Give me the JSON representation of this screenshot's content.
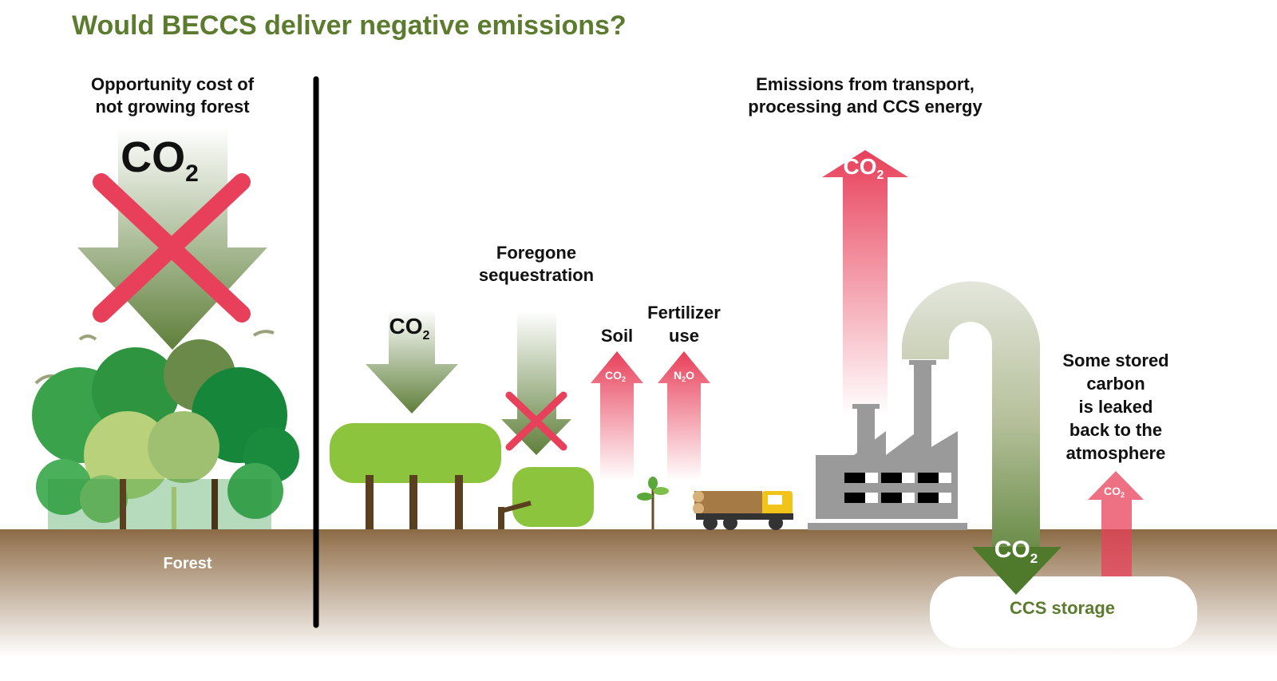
{
  "title": "Would BECCS deliver negative emissions?",
  "left_panel": {
    "heading_line1": "Opportunity cost of",
    "heading_line2": "not growing forest",
    "arrow_label": "CO",
    "arrow_sub": "2",
    "ground_label": "Forest"
  },
  "right_panel": {
    "crop_arrow_label": "CO",
    "crop_arrow_sub": "2",
    "foregone_line1": "Foregone",
    "foregone_line2": "sequestration",
    "soil_label": "Soil",
    "soil_gas": "CO",
    "soil_gas_sub": "2",
    "fertilizer_line1": "Fertilizer",
    "fertilizer_line2": "use",
    "fertilizer_gas": "N",
    "fertilizer_gas_sub": "2",
    "fertilizer_gas_end": "O",
    "emissions_line1": "Emissions from transport,",
    "emissions_line2": "processing and CCS energy",
    "emissions_gas": "CO",
    "emissions_gas_sub": "2",
    "pipe_gas": "CO",
    "pipe_gas_sub": "2",
    "storage_label": "CCS storage",
    "leak_lines": [
      "Some stored",
      "carbon",
      "is leaked",
      "back to the",
      "atmosphere"
    ],
    "leak_gas": "CO",
    "leak_gas_sub": "2"
  },
  "colors": {
    "title": "#5b7b2f",
    "red_arrow": "#e8405a",
    "green_arrow": "#5f7f3a",
    "ground": "#8b6a45"
  }
}
